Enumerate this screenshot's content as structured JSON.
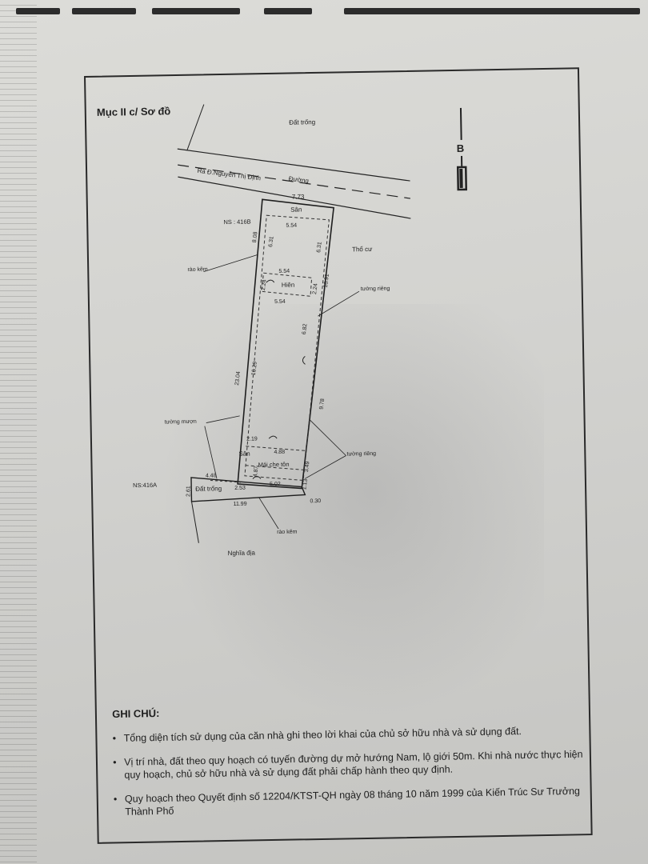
{
  "header": {
    "title": "Mục II c/ Sơ đồ"
  },
  "north": {
    "label": "B"
  },
  "plan": {
    "labels": {
      "empty_land_top": "Đất trống",
      "road": "Ra Đ.Nguyễn Thị Định",
      "road_word": "Đường",
      "dim_front": "7.73",
      "yard_top": "Sân",
      "dim_yard_width": "5.54",
      "ns_top": "NS : 416B",
      "fence_left": "rào kẽm",
      "dim_left_top": "8.08",
      "dim_inner_left_top": "6.31",
      "dim_inner_right_top": "6.31",
      "residential": "Thổ cư",
      "dim_porch_top": "5.54",
      "porch": "Hiên",
      "dim_porch_bottom": "5.54",
      "dim_porch_left": "2.24",
      "dim_porch_right": "2.24",
      "private_wall_top": "tường riêng",
      "dim_right_total": "16.91",
      "dim_right_mid": "6.82",
      "dim_left_total": "23.04",
      "dim_inner_left_mid": "16.29",
      "dim_right_lower": "9.78",
      "borrowed_wall": "tường mượn",
      "dim_yard_bottom_left": "2.19",
      "dim_yard_bottom": "4.88",
      "yard_bottom": "Sân",
      "roof": "Mái che tôn",
      "private_wall_bottom": "tường riêng",
      "dim_lower_left": "4.87",
      "dim_lower_right": "3.49",
      "ns_bottom": "NS:416A",
      "dim_empty_left": "4.48",
      "dim_side": "2.61",
      "empty_land_bottom": "Đất trống",
      "dim_empty": "2.53",
      "dim_bottom_inner": "5.02",
      "dim_right_small": "1.13",
      "dim_bottom_total": "11.99",
      "dim_corner": "0.30",
      "fence_bottom": "rào kẽm",
      "cemetery": "Nghĩa địa"
    }
  },
  "notes": {
    "heading": "GHI CHÚ:",
    "items": [
      "Tổng diện tích sử dụng của căn nhà ghi theo lời khai của chủ sở hữu nhà và sử dụng đất.",
      "Vị trí nhà, đất theo quy hoạch có tuyến đường dự mở hướng Nam, lộ giới 50m. Khi nhà nước thực hiện quy hoạch, chủ sở hữu nhà và sử dụng đất phải chấp hành theo quy định.",
      "Quy hoạch theo Quyết định số 12204/KTST-QH ngày 08 tháng 10 năm 1999 của Kiến Trúc Sư Trưởng Thành Phố"
    ]
  }
}
